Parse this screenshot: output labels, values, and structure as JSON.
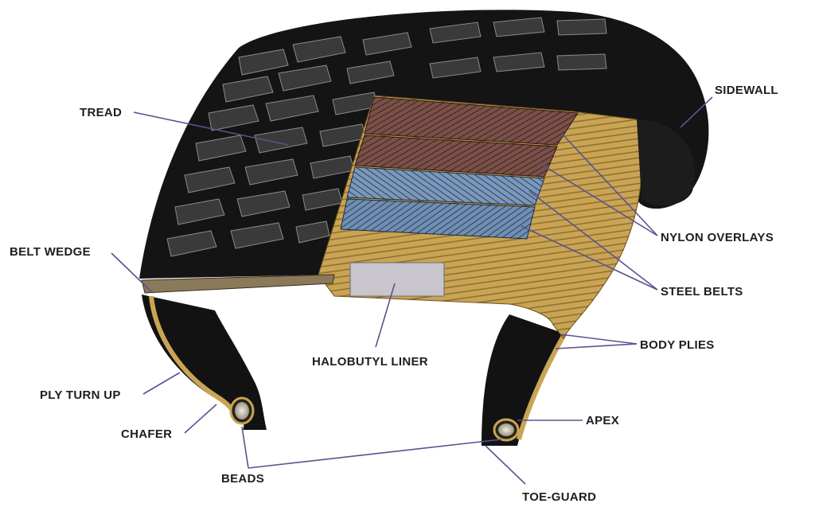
{
  "labels": {
    "tread": "TREAD",
    "sidewall": "SIDEWALL",
    "belt_wedge": "BELT WEDGE",
    "nylon_overlays": "NYLON OVERLAYS",
    "steel_belts": "STEEL BELTS",
    "halobutyl_liner": "HALOBUTYL LINER",
    "body_plies": "BODY PLIES",
    "ply_turn_up": "PLY TURN UP",
    "chafer": "CHAFER",
    "apex": "APEX",
    "beads": "BEADS",
    "toe_guard": "TOE-GUARD"
  },
  "colors": {
    "rubber": "#141414",
    "tread_block": "#2b2b2b",
    "tread_highlight": "#8a8a8a",
    "body_ply": "#c9a455",
    "nylon_overlay": "#7a5048",
    "steel_belt": "#6e8fb2",
    "liner": "#c8c6cc",
    "leader_line": "#5a5290"
  }
}
